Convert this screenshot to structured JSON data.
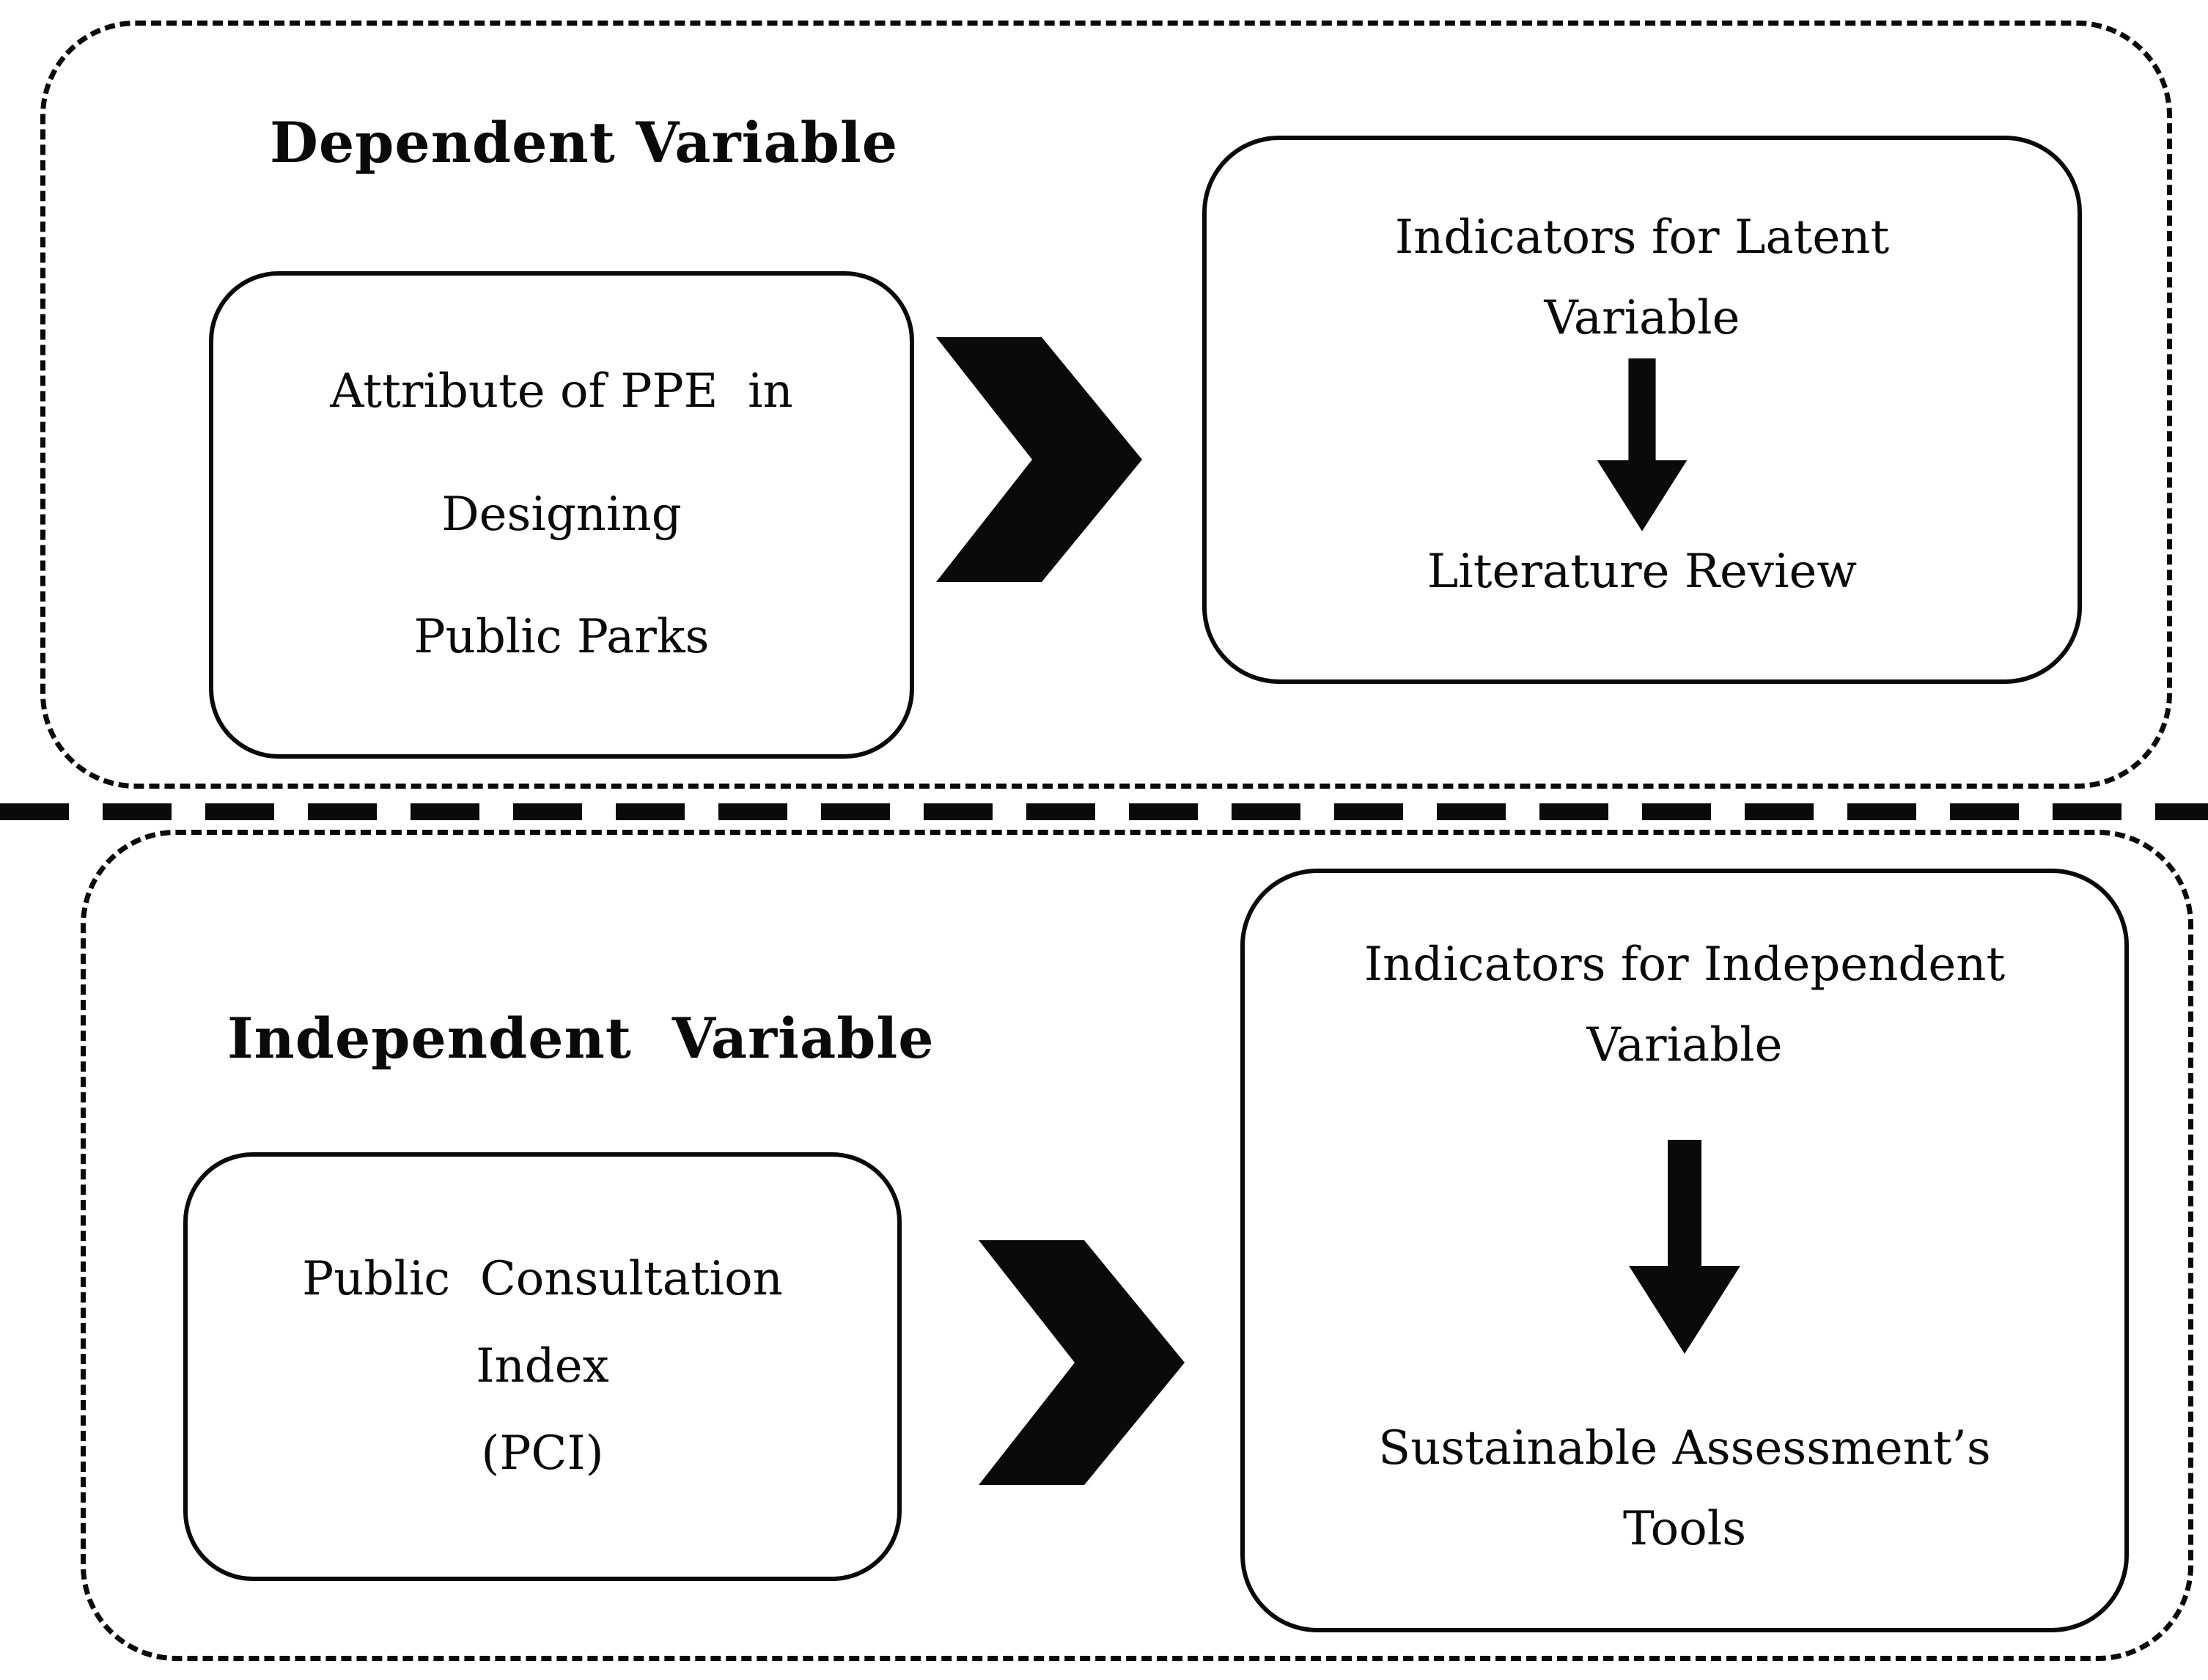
{
  "diagram": {
    "colors": {
      "ink": "#0a0a0a",
      "background": "#ffffff"
    },
    "top_section": {
      "label": "Dependent Variable",
      "source_box": {
        "line1": "Attribute of PPE  in",
        "line2": "Designing",
        "line3": "Public Parks"
      },
      "target_box": {
        "title_line1": "Indicators for Latent",
        "title_line2": "Variable",
        "result_line1": "Literature Review"
      }
    },
    "bottom_section": {
      "label": "Independent  Variable",
      "source_box": {
        "line1": "Public  Consultation",
        "line2": "Index",
        "line3": "(PCI)"
      },
      "target_box": {
        "title_line1": "Indicators for Independent",
        "title_line2": "Variable",
        "result_line1": "Sustainable Assessment’s",
        "result_line2": "Tools"
      }
    }
  }
}
